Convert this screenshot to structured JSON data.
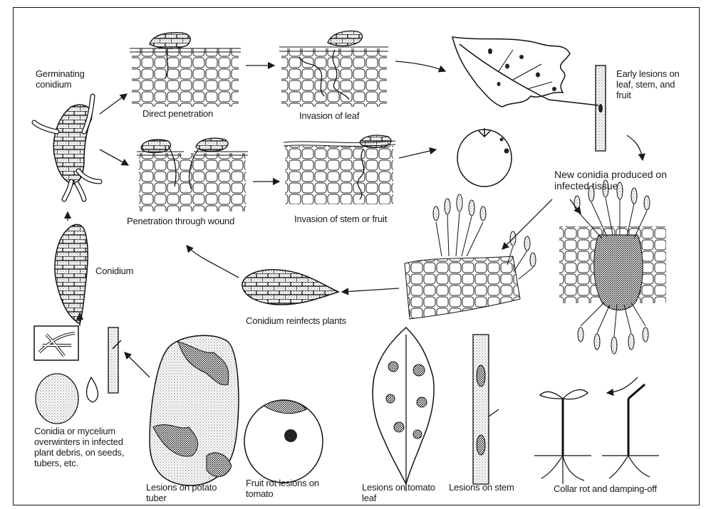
{
  "labels": {
    "germinating_conidium": "Germinating\nconidium",
    "direct_penetration": "Direct penetration",
    "invasion_leaf": "Invasion of leaf",
    "early_lesions": "Early lesions on\nleaf, stem, and\nfruit",
    "penetration_wound": "Penetration through wound",
    "invasion_stem_fruit": "Invasion of stem or fruit",
    "new_conidia": "New conidia produced on\ninfected tissue",
    "conidium": "Conidium",
    "conidium_reinfects": "Conidium reinfects plants",
    "overwinter": "Conidia or mycelium\noverwinters in infected\nplant debris, on seeds,\ntubers, etc.",
    "potato_tuber": "Lesions on potato\ntuber",
    "fruit_rot": "Fruit rot lesions on\ntomato",
    "tomato_leaf": "Lesions on tomato\nleaf",
    "stem": "Lesions on stem",
    "collar_rot": "Collar rot and damping-off"
  },
  "colors": {
    "ink": "#1a1a1a",
    "background": "#ffffff"
  }
}
